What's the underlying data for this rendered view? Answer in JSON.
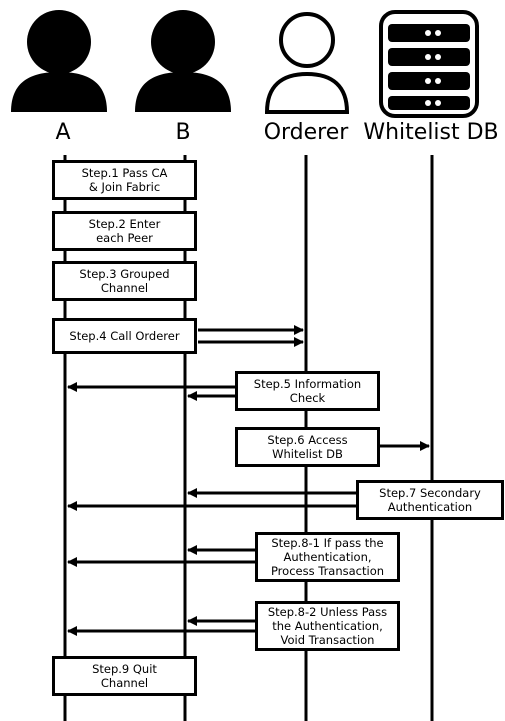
{
  "actors": {
    "a": {
      "label": "A",
      "icon": "person-icon"
    },
    "b": {
      "label": "B",
      "icon": "person-icon"
    },
    "orderer": {
      "label": "Orderer",
      "icon": "person-outline-icon"
    },
    "whitelist": {
      "label": "Whitelist DB",
      "icon": "database-icon"
    }
  },
  "steps": [
    {
      "lines": [
        "Step.1 Pass CA",
        "& Join Fabric"
      ]
    },
    {
      "lines": [
        "Step.2 Enter",
        "each Peer"
      ]
    },
    {
      "lines": [
        "Step.3 Grouped",
        "Channel"
      ]
    },
    {
      "lines": [
        "Step.4 Call Orderer"
      ]
    },
    {
      "lines": [
        "Step.5 Information",
        "Check"
      ]
    },
    {
      "lines": [
        "Step.6 Access",
        "Whitelist DB"
      ]
    },
    {
      "lines": [
        "Step.7 Secondary",
        "Authentication"
      ]
    },
    {
      "lines": [
        "Step.8-1 If pass the",
        "Authentication,",
        "Process Transaction"
      ]
    },
    {
      "lines": [
        "Step.8-2 Unless Pass",
        "the Authentication,",
        "Void Transaction"
      ]
    },
    {
      "lines": [
        "Step.9 Quit",
        "Channel"
      ]
    }
  ],
  "colors": {
    "ink": "#000000",
    "background": "#ffffff"
  }
}
